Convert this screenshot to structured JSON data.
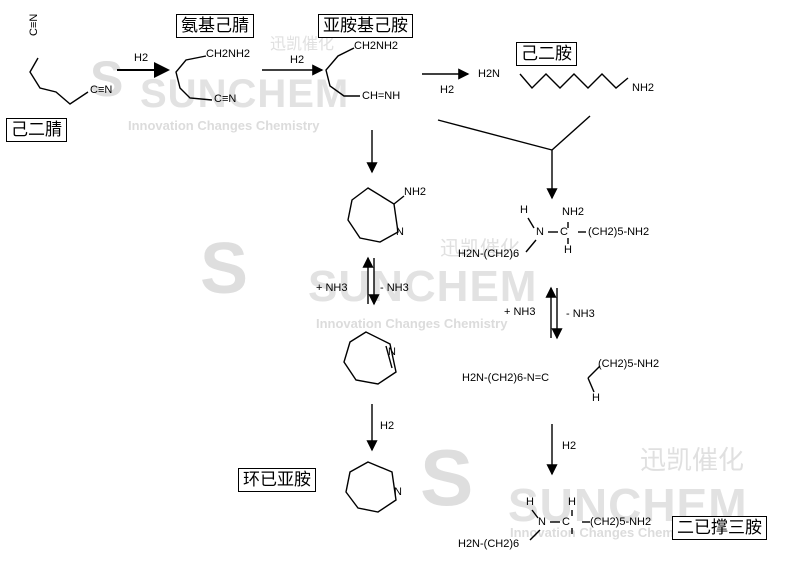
{
  "watermark": {
    "brand": "SUNCHEM",
    "slogan": "Innovation Changes Chemistry",
    "cn": "迅凯催化"
  },
  "names": {
    "adiponitrile": "己二腈",
    "aminocapronitrile": "氨基己腈",
    "iminohexylamine": "亚胺基己胺",
    "hexamethylenediamine": "己二胺",
    "hexamethyleneimine": "环已亚胺",
    "bhmt": "二已撑三胺"
  },
  "formulas": {
    "cn_top": "C≡N",
    "cn_right": "C≡N",
    "h2n_ch2": "CH2NH2",
    "cn_2": "C≡N",
    "ch2nh2_2": "CH2NH2",
    "imine": "CH=NH",
    "h2n_left": "H2N",
    "nh2_right": "NH2",
    "ring_nh2": "NH2",
    "ring_n": "N",
    "ring2_n": "N",
    "ring3_n": "N",
    "amine_h": "H",
    "amine_n": "N",
    "amine_c": "C",
    "amine_nh2": "NH2",
    "amine_h2": "H",
    "amine_chain": "(CH2)5-NH2",
    "amine_left": "H2N-(CH2)6",
    "imine2": "H2N-(CH2)6-N=C",
    "imine2_h": "H",
    "imine2_chain": "(CH2)5-NH2",
    "final_h": "H",
    "final_n": "N",
    "final_c": "C",
    "final_h2": "H",
    "final_chain": "(CH2)5-NH2",
    "final_left": "H2N-(CH2)6"
  },
  "labels": {
    "h2_1": "H2",
    "h2_2": "H2",
    "h2_3": "H2",
    "h2_4": "H2",
    "h2_5": "H2",
    "plus_nh3_left": "+ NH3",
    "minus_nh3_left": "- NH3",
    "plus_nh3_right": "+ NH3",
    "minus_nh3_right": "- NH3"
  }
}
